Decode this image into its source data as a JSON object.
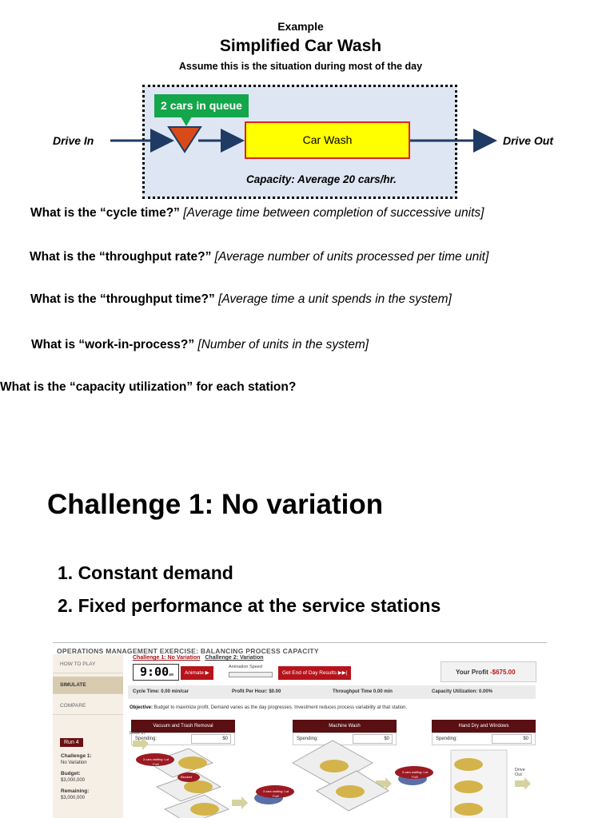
{
  "top": {
    "label": "Example",
    "title": "Simplified Car Wash",
    "subtitle": "Assume this is the situation during most of the day",
    "queue_badge": "2 cars in queue",
    "car_wash": "Car Wash",
    "drive_in": "Drive In",
    "drive_out": "Drive Out",
    "capacity": "Capacity:  Average 20 cars/hr."
  },
  "questions": [
    {
      "bold": "What is the “cycle time?”",
      "italic": " [Average time between completion of successive units]"
    },
    {
      "bold": "What is the “throughput rate?”",
      "italic": " [Average number of units processed per time unit]"
    },
    {
      "bold": "What is the “throughput time?”",
      "italic": " [Average time a unit spends in the system]"
    },
    {
      "bold": "What is “work-in-process?”",
      "italic": " [Number of units in the system]"
    },
    {
      "bold": "What is the “capacity utilization” for each station?",
      "italic": ""
    }
  ],
  "challenge": {
    "title": "Challenge 1: No variation",
    "items": [
      "1.   Constant demand",
      "2.   Fixed performance at the service stations"
    ]
  },
  "sim": {
    "header": "OPERATIONS MANAGEMENT EXERCISE: BALANCING PROCESS CAPACITY",
    "link1": "Challenge 1: No Variation",
    "link2": "Challenge 2: Variation",
    "nav": [
      "HOW TO PLAY",
      "SIMULATE",
      "COMPARE"
    ],
    "run": "Run 4",
    "challenge_label": "Challenge 1:",
    "challenge_value": "No Variation",
    "budget_label": "Budget:",
    "budget_value": "$3,000,000",
    "remaining_label": "Remaining:",
    "remaining_value": "$3,000,000",
    "clock": "9:00",
    "clock_suffix": "am",
    "animate": "Animate ▶",
    "animation_speed": "Animation Speed",
    "end_of_day": "Get End of Day Results ▶▶|",
    "profit_label": "Your Profit",
    "profit_value": "-$675.00",
    "stats": [
      "Cycle Time: 0.00 min/car",
      "Profit Per Hour: $0.00",
      "Throughput Time 0.00 min",
      "Capacity Utilization: 0.00%"
    ],
    "objective_label": "Objective:",
    "objective_text": " Budget to maximize profit. Demand varies as the day progresses. Investment reduces process variability at that station.",
    "stations": [
      "Vacuum and Trash Removal",
      "Machine Wash",
      "Hand Dry and Windows"
    ],
    "spending_label": "Spending:",
    "spending_value": "$0",
    "drive_in": "Drive In",
    "drive_out": "Drive Out",
    "bubble_waiting": "3 cars waiting: Lot Full!",
    "bubble_blocked": "Blocked",
    "colors": {
      "accent_red": "#b5141b",
      "dark_maroon": "#5a0f12",
      "green": "#14a64a",
      "yellow": "#ffff00"
    }
  }
}
